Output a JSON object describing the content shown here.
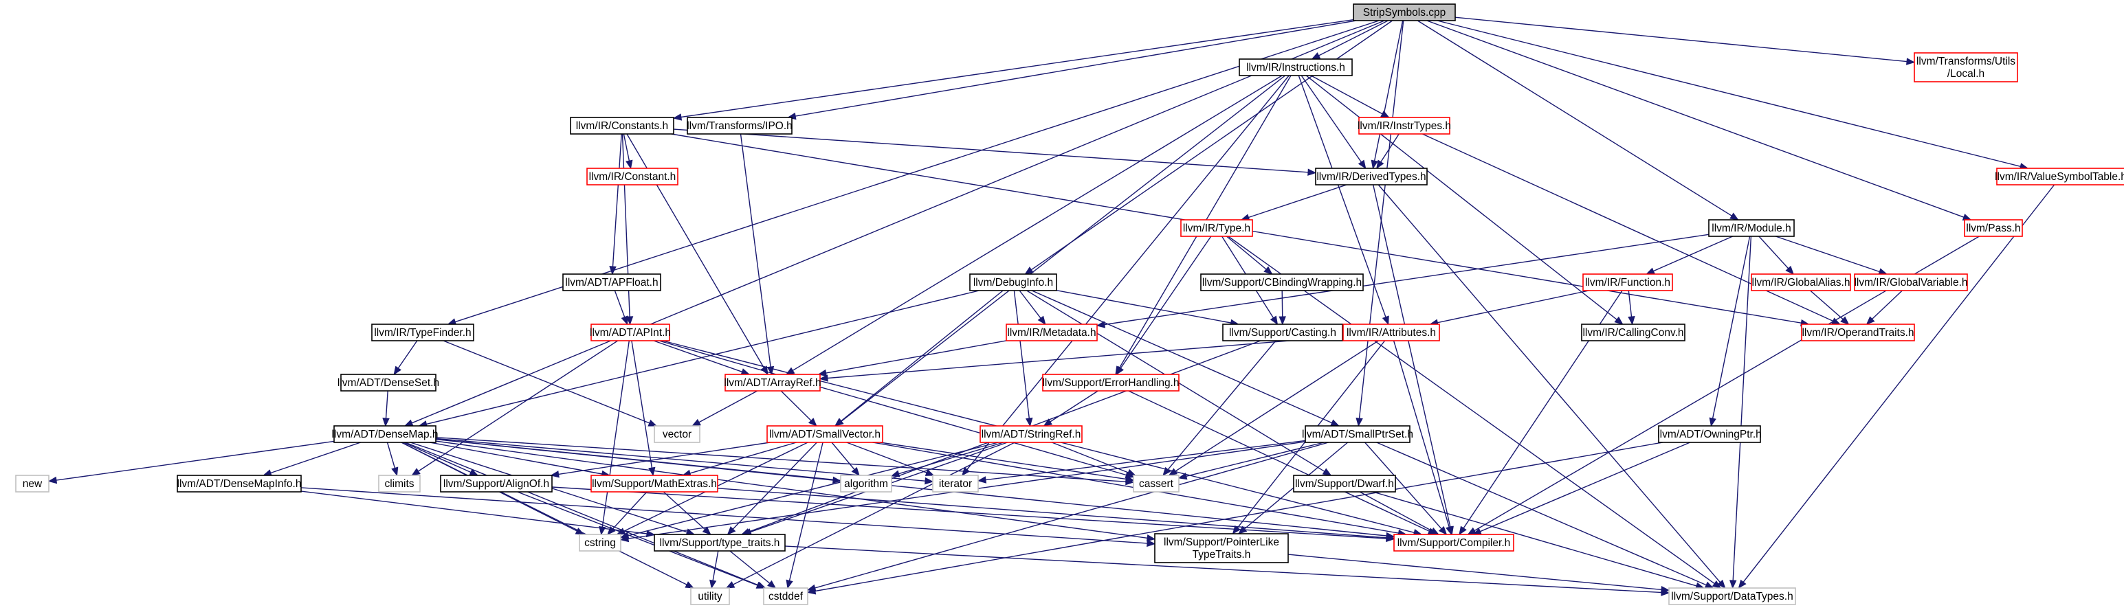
{
  "colors": {
    "edge": "#191970",
    "root_fill": "#bfbfbf",
    "node_fill": "#ffffff",
    "border_documented": "#000000",
    "border_incomplete": "#ff0000",
    "border_system": "#bfbfbf"
  },
  "nodes": [
    {
      "id": "root",
      "lines": [
        "StripSymbols.cpp"
      ],
      "style": "root"
    },
    {
      "id": "instructions",
      "lines": [
        "llvm/IR/Instructions.h"
      ],
      "style": "doc"
    },
    {
      "id": "utils_local",
      "lines": [
        "llvm/Transforms/Utils",
        "/Local.h"
      ],
      "style": "red"
    },
    {
      "id": "constants",
      "lines": [
        "llvm/IR/Constants.h"
      ],
      "style": "doc"
    },
    {
      "id": "ipo",
      "lines": [
        "llvm/Transforms/IPO.h"
      ],
      "style": "doc"
    },
    {
      "id": "instrtypes",
      "lines": [
        "llvm/IR/InstrTypes.h"
      ],
      "style": "red"
    },
    {
      "id": "constant",
      "lines": [
        "llvm/IR/Constant.h"
      ],
      "style": "red"
    },
    {
      "id": "derivedtypes",
      "lines": [
        "llvm/IR/DerivedTypes.h"
      ],
      "style": "doc"
    },
    {
      "id": "valuesymtab",
      "lines": [
        "llvm/IR/ValueSymbolTable.h"
      ],
      "style": "red"
    },
    {
      "id": "type",
      "lines": [
        "llvm/IR/Type.h"
      ],
      "style": "red"
    },
    {
      "id": "module",
      "lines": [
        "llvm/IR/Module.h"
      ],
      "style": "doc"
    },
    {
      "id": "pass",
      "lines": [
        "llvm/Pass.h"
      ],
      "style": "red"
    },
    {
      "id": "apfloat",
      "lines": [
        "llvm/ADT/APFloat.h"
      ],
      "style": "doc"
    },
    {
      "id": "debuginfo",
      "lines": [
        "llvm/DebugInfo.h"
      ],
      "style": "doc"
    },
    {
      "id": "cbinding",
      "lines": [
        "llvm/Support/CBindingWrapping.h"
      ],
      "style": "doc"
    },
    {
      "id": "function",
      "lines": [
        "llvm/IR/Function.h"
      ],
      "style": "red"
    },
    {
      "id": "globalalias",
      "lines": [
        "llvm/IR/GlobalAlias.h"
      ],
      "style": "red"
    },
    {
      "id": "globalvariable",
      "lines": [
        "llvm/IR/GlobalVariable.h"
      ],
      "style": "red"
    },
    {
      "id": "typefinder",
      "lines": [
        "llvm/IR/TypeFinder.h"
      ],
      "style": "doc"
    },
    {
      "id": "apint",
      "lines": [
        "llvm/ADT/APInt.h"
      ],
      "style": "red"
    },
    {
      "id": "metadata",
      "lines": [
        "llvm/IR/Metadata.h"
      ],
      "style": "red"
    },
    {
      "id": "casting",
      "lines": [
        "llvm/Support/Casting.h"
      ],
      "style": "doc"
    },
    {
      "id": "attributes",
      "lines": [
        "llvm/IR/Attributes.h"
      ],
      "style": "red"
    },
    {
      "id": "callingconv",
      "lines": [
        "llvm/IR/CallingConv.h"
      ],
      "style": "doc"
    },
    {
      "id": "operandtraits",
      "lines": [
        "llvm/IR/OperandTraits.h"
      ],
      "style": "red"
    },
    {
      "id": "denseset",
      "lines": [
        "llvm/ADT/DenseSet.h"
      ],
      "style": "doc"
    },
    {
      "id": "arrayref",
      "lines": [
        "llvm/ADT/ArrayRef.h"
      ],
      "style": "red"
    },
    {
      "id": "errorhandling",
      "lines": [
        "llvm/Support/ErrorHandling.h"
      ],
      "style": "red"
    },
    {
      "id": "vector",
      "lines": [
        "vector"
      ],
      "style": "sys"
    },
    {
      "id": "densemap",
      "lines": [
        "llvm/ADT/DenseMap.h"
      ],
      "style": "doc"
    },
    {
      "id": "smallvector",
      "lines": [
        "llvm/ADT/SmallVector.h"
      ],
      "style": "red"
    },
    {
      "id": "stringref",
      "lines": [
        "llvm/ADT/StringRef.h"
      ],
      "style": "red"
    },
    {
      "id": "smallptrset",
      "lines": [
        "llvm/ADT/SmallPtrSet.h"
      ],
      "style": "doc"
    },
    {
      "id": "owningptr",
      "lines": [
        "llvm/ADT/OwningPtr.h"
      ],
      "style": "doc"
    },
    {
      "id": "new",
      "lines": [
        "new"
      ],
      "style": "sys"
    },
    {
      "id": "climits",
      "lines": [
        "climits"
      ],
      "style": "sys"
    },
    {
      "id": "alignof",
      "lines": [
        "llvm/Support/AlignOf.h"
      ],
      "style": "doc"
    },
    {
      "id": "mathextras",
      "lines": [
        "llvm/Support/MathExtras.h"
      ],
      "style": "red"
    },
    {
      "id": "algorithm",
      "lines": [
        "algorithm"
      ],
      "style": "sys"
    },
    {
      "id": "iterator",
      "lines": [
        "iterator"
      ],
      "style": "sys"
    },
    {
      "id": "cassert",
      "lines": [
        "cassert"
      ],
      "style": "sys"
    },
    {
      "id": "dwarf",
      "lines": [
        "llvm/Support/Dwarf.h"
      ],
      "style": "doc"
    },
    {
      "id": "densemapinfo",
      "lines": [
        "llvm/ADT/DenseMapInfo.h"
      ],
      "style": "doc"
    },
    {
      "id": "cstring",
      "lines": [
        "cstring"
      ],
      "style": "sys"
    },
    {
      "id": "typetraits",
      "lines": [
        "llvm/Support/type_traits.h"
      ],
      "style": "doc"
    },
    {
      "id": "pointerlike",
      "lines": [
        "llvm/Support/PointerLike",
        "TypeTraits.h"
      ],
      "style": "doc"
    },
    {
      "id": "compiler",
      "lines": [
        "llvm/Support/Compiler.h"
      ],
      "style": "red"
    },
    {
      "id": "utility",
      "lines": [
        "utility"
      ],
      "style": "sys"
    },
    {
      "id": "cstddef",
      "lines": [
        "cstddef"
      ],
      "style": "sys"
    },
    {
      "id": "datatypes",
      "lines": [
        "llvm/Support/DataTypes.h"
      ],
      "style": "sys"
    }
  ],
  "edges": [
    [
      "root",
      "instructions"
    ],
    [
      "root",
      "utils_local"
    ],
    [
      "root",
      "constants"
    ],
    [
      "root",
      "ipo"
    ],
    [
      "root",
      "derivedtypes"
    ],
    [
      "root",
      "valuesymtab"
    ],
    [
      "root",
      "module"
    ],
    [
      "root",
      "pass"
    ],
    [
      "root",
      "debuginfo"
    ],
    [
      "root",
      "typefinder"
    ],
    [
      "root",
      "densemap"
    ],
    [
      "root",
      "smallptrset"
    ],
    [
      "instructions",
      "instrtypes"
    ],
    [
      "instructions",
      "derivedtypes"
    ],
    [
      "instructions",
      "callingconv"
    ],
    [
      "instructions",
      "attributes"
    ],
    [
      "instructions",
      "errorhandling"
    ],
    [
      "instructions",
      "arrayref"
    ],
    [
      "instructions",
      "smallvector"
    ],
    [
      "instructions",
      "iterator"
    ],
    [
      "constants",
      "constant"
    ],
    [
      "constants",
      "derivedtypes"
    ],
    [
      "constants",
      "apfloat"
    ],
    [
      "constants",
      "apint"
    ],
    [
      "constants",
      "arrayref"
    ],
    [
      "constants",
      "operandtraits"
    ],
    [
      "ipo",
      "arrayref"
    ],
    [
      "instrtypes",
      "derivedtypes"
    ],
    [
      "instrtypes",
      "operandtraits"
    ],
    [
      "derivedtypes",
      "type"
    ],
    [
      "derivedtypes",
      "compiler"
    ],
    [
      "derivedtypes",
      "datatypes"
    ],
    [
      "valuesymtab",
      "datatypes"
    ],
    [
      "type",
      "cbinding"
    ],
    [
      "type",
      "casting"
    ],
    [
      "type",
      "errorhandling"
    ],
    [
      "type",
      "datatypes"
    ],
    [
      "module",
      "function"
    ],
    [
      "module",
      "globalalias"
    ],
    [
      "module",
      "globalvariable"
    ],
    [
      "module",
      "metadata"
    ],
    [
      "module",
      "owningptr"
    ],
    [
      "module",
      "datatypes"
    ],
    [
      "pass",
      "compiler"
    ],
    [
      "apfloat",
      "apint"
    ],
    [
      "debuginfo",
      "densemap"
    ],
    [
      "debuginfo",
      "smallvector"
    ],
    [
      "debuginfo",
      "smallptrset"
    ],
    [
      "debuginfo",
      "stringref"
    ],
    [
      "debuginfo",
      "casting"
    ],
    [
      "debuginfo",
      "dwarf"
    ],
    [
      "debuginfo",
      "metadata"
    ],
    [
      "cbinding",
      "casting"
    ],
    [
      "function",
      "attributes"
    ],
    [
      "function",
      "callingconv"
    ],
    [
      "function",
      "compiler"
    ],
    [
      "globalalias",
      "operandtraits"
    ],
    [
      "globalvariable",
      "operandtraits"
    ],
    [
      "typefinder",
      "denseset"
    ],
    [
      "typefinder",
      "vector"
    ],
    [
      "apint",
      "arrayref"
    ],
    [
      "apint",
      "mathextras"
    ],
    [
      "apint",
      "climits"
    ],
    [
      "apint",
      "cstring"
    ],
    [
      "apint",
      "cassert"
    ],
    [
      "apint",
      "compiler"
    ],
    [
      "metadata",
      "arrayref"
    ],
    [
      "casting",
      "cassert"
    ],
    [
      "casting",
      "typetraits"
    ],
    [
      "attributes",
      "arrayref"
    ],
    [
      "attributes",
      "pointerlike"
    ],
    [
      "attributes",
      "compiler"
    ],
    [
      "attributes",
      "cassert"
    ],
    [
      "denseset",
      "densemap"
    ],
    [
      "arrayref",
      "smallvector"
    ],
    [
      "arrayref",
      "vector"
    ],
    [
      "errorhandling",
      "stringref"
    ],
    [
      "errorhandling",
      "compiler"
    ],
    [
      "densemap",
      "densemapinfo"
    ],
    [
      "densemap",
      "alignof"
    ],
    [
      "densemap",
      "mathextras"
    ],
    [
      "densemap",
      "pointerlike"
    ],
    [
      "densemap",
      "typetraits"
    ],
    [
      "densemap",
      "algorithm"
    ],
    [
      "densemap",
      "cassert"
    ],
    [
      "densemap",
      "climits"
    ],
    [
      "densemap",
      "cstddef"
    ],
    [
      "densemap",
      "cstring"
    ],
    [
      "densemap",
      "iterator"
    ],
    [
      "densemap",
      "new"
    ],
    [
      "densemap",
      "utility"
    ],
    [
      "densemap",
      "compiler"
    ],
    [
      "smallvector",
      "alignof"
    ],
    [
      "smallvector",
      "mathextras"
    ],
    [
      "smallvector",
      "typetraits"
    ],
    [
      "smallvector",
      "algorithm"
    ],
    [
      "smallvector",
      "cassert"
    ],
    [
      "smallvector",
      "cstddef"
    ],
    [
      "smallvector",
      "cstring"
    ],
    [
      "smallvector",
      "iterator"
    ],
    [
      "smallvector",
      "compiler"
    ],
    [
      "stringref",
      "typetraits"
    ],
    [
      "stringref",
      "algorithm"
    ],
    [
      "stringref",
      "cassert"
    ],
    [
      "stringref",
      "cstring"
    ],
    [
      "stringref",
      "utility"
    ],
    [
      "smallptrset",
      "pointerlike"
    ],
    [
      "smallptrset",
      "compiler"
    ],
    [
      "smallptrset",
      "datatypes"
    ],
    [
      "smallptrset",
      "cassert"
    ],
    [
      "smallptrset",
      "cstddef"
    ],
    [
      "smallptrset",
      "cstring"
    ],
    [
      "smallptrset",
      "iterator"
    ],
    [
      "owningptr",
      "compiler"
    ],
    [
      "owningptr",
      "cstddef"
    ],
    [
      "alignof",
      "compiler"
    ],
    [
      "alignof",
      "cstddef"
    ],
    [
      "mathextras",
      "typetraits"
    ],
    [
      "mathextras",
      "compiler"
    ],
    [
      "mathextras",
      "cstring"
    ],
    [
      "dwarf",
      "compiler"
    ],
    [
      "dwarf",
      "datatypes"
    ],
    [
      "densemapinfo",
      "pointerlike"
    ],
    [
      "densemapinfo",
      "typetraits"
    ],
    [
      "typetraits",
      "utility"
    ],
    [
      "typetraits",
      "cstddef"
    ],
    [
      "typetraits",
      "datatypes"
    ],
    [
      "pointerlike",
      "datatypes"
    ]
  ]
}
